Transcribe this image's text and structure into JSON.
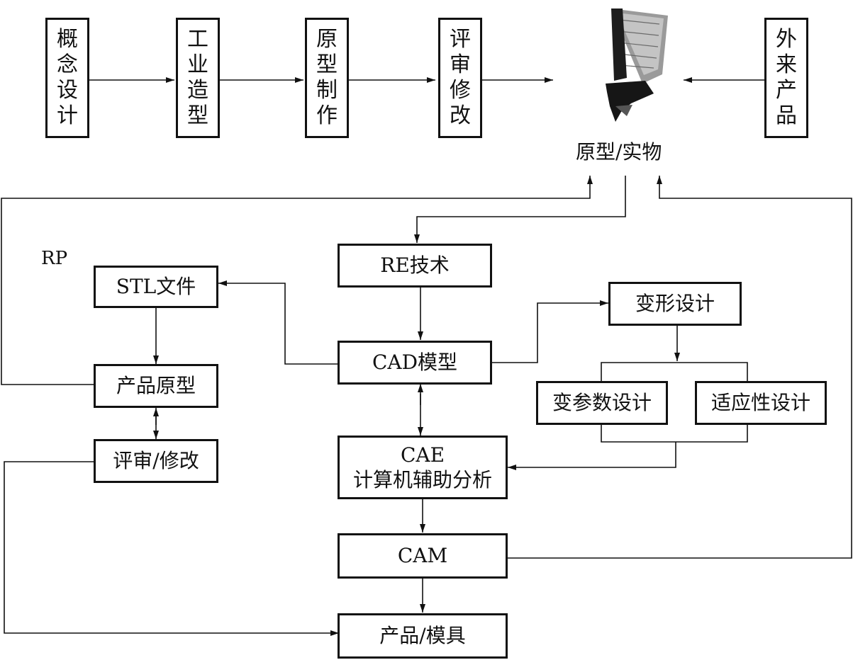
{
  "top_row": {
    "concept_design": [
      "概",
      "念",
      "设",
      "计"
    ],
    "industrial_design": [
      "工",
      "业",
      "造",
      "型"
    ],
    "prototype_making": [
      "原",
      "型",
      "制",
      "作"
    ],
    "review_modify": [
      "评",
      "审",
      "修",
      "改"
    ],
    "external_product": [
      "外",
      "来",
      "产",
      "品"
    ]
  },
  "prototype_label": "原型/实物",
  "rp_label": "RP",
  "boxes": {
    "re_tech": "RE技术",
    "stl_file": "STL文件",
    "cad_model": "CAD模型",
    "product_prototype": "产品原型",
    "review_modify2": "评审/修改",
    "deform_design": "变形设计",
    "variable_param_design": "变参数设计",
    "adaptive_design": "适应性设计",
    "cae_line1": "CAE",
    "cae_line2": "计算机辅助分析",
    "cam": "CAM",
    "product_mold": "产品/模具"
  }
}
